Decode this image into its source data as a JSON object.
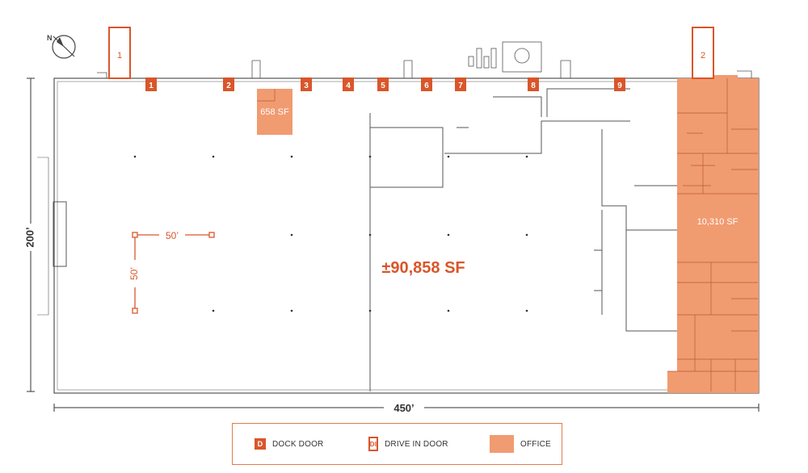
{
  "dimensions": {
    "height": "200’",
    "width": "450’"
  },
  "total_area": "±90,858 SF",
  "office_area": "10,310 SF",
  "small_office_area": "658 SF",
  "column_spacing": {
    "horizontal": "50’",
    "vertical": "50’"
  },
  "dock_doors": [
    "1",
    "2",
    "3",
    "4",
    "5",
    "6",
    "7",
    "8",
    "9"
  ],
  "drive_in_doors": [
    "1",
    "2"
  ],
  "legend": {
    "dock_symbol": "D",
    "dock_label": "DOCK DOOR",
    "drive_symbol": "DI",
    "drive_label": "DRIVE IN DOOR",
    "office_label": "OFFICE"
  },
  "colors": {
    "accent": "#d9562a",
    "office_fill": "#f19b71",
    "line": "#555555"
  },
  "icons": {
    "north_arrow": "compass-north-arrow-icon"
  }
}
